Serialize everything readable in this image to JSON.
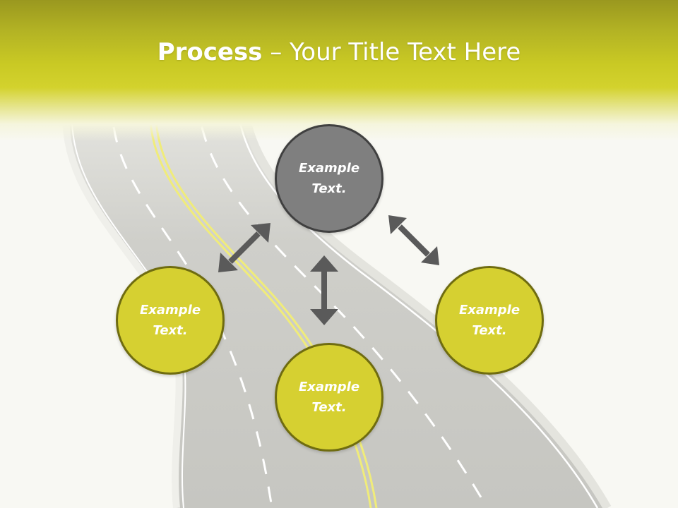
{
  "slide": {
    "title_strong": "Process",
    "title_rest": " – Your Title Text Here"
  },
  "nodes": {
    "center": {
      "text": "Example Text."
    },
    "left": {
      "text": "Example Text."
    },
    "bottom": {
      "text": "Example Text."
    },
    "right": {
      "text": "Example Text."
    }
  },
  "colors": {
    "header_top": "#9a981f",
    "header_mid": "#d3d22d",
    "node_yellow": "#d6d031",
    "node_gray": "#7f7f7f",
    "arrow_gray": "#5a5a5a",
    "road": "#c9c9c4",
    "road_center_line": "#f0ec7a"
  },
  "icons": {
    "connector": "double-headed-arrow"
  }
}
